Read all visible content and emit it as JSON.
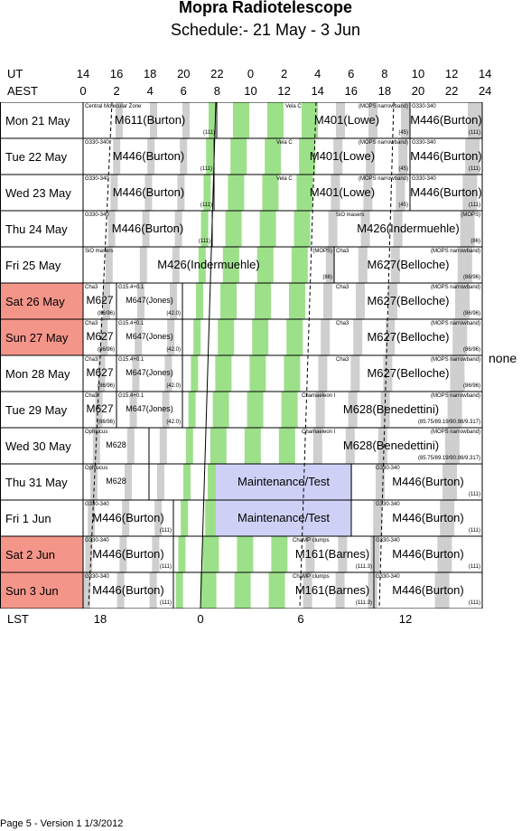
{
  "title": "Mopra Radiotelescope",
  "subtitle": "Schedule:- 21 May - 3  Jun",
  "header": {
    "ut_label": "UT",
    "aest_label": "AEST",
    "ut_ticks": [
      "14",
      "16",
      "18",
      "20",
      "22",
      "0",
      "2",
      "4",
      "6",
      "8",
      "10",
      "12",
      "14"
    ],
    "aest_ticks": [
      "0",
      "2",
      "4",
      "6",
      "8",
      "10",
      "12",
      "14",
      "16",
      "18",
      "20",
      "22",
      "24"
    ]
  },
  "days": [
    {
      "label": "Mon  21 May",
      "weekend": false
    },
    {
      "label": "Tue   22 May",
      "weekend": false
    },
    {
      "label": "Wed  23 May",
      "weekend": false
    },
    {
      "label": "Thu  24 May",
      "weekend": false
    },
    {
      "label": "Fri    25 May",
      "weekend": false
    },
    {
      "label": "Sat   26 May",
      "weekend": true
    },
    {
      "label": "Sun  27 May",
      "weekend": true
    },
    {
      "label": "Mon  28 May",
      "weekend": false
    },
    {
      "label": "Tue   29 May",
      "weekend": false
    },
    {
      "label": "Wed 30 May",
      "weekend": false
    },
    {
      "label": "Thu   31 May",
      "weekend": false
    },
    {
      "label": "Fri      1  Jun",
      "weekend": false
    },
    {
      "label": "Sat    2  Jun",
      "weekend": true
    },
    {
      "label": "Sun    3  Jun",
      "weekend": true
    }
  ],
  "blocks": [
    {
      "row": 0,
      "start": 0,
      "end": 148,
      "project": "M611(Burton)",
      "source": "Central Molecular Zone",
      "note": "",
      "code": "(111)"
    },
    {
      "row": 0,
      "start": 222,
      "end": 362,
      "project": "M401(Lowe)",
      "source": "Vela C",
      "note": "(MOPS narrowband)",
      "code": "(45)"
    },
    {
      "row": 0,
      "start": 362,
      "end": 442,
      "project": "M446(Burton)",
      "source": "G330-340",
      "note": "",
      "code": "(111)"
    },
    {
      "row": 1,
      "start": 0,
      "end": 145,
      "project": "M446(Burton)",
      "source": "G330-340",
      "note": "",
      "code": "(111)"
    },
    {
      "row": 1,
      "start": 212,
      "end": 362,
      "project": "M401(Lowe)",
      "source": "Vela C",
      "note": "(MOPS narrowband)",
      "code": "(45)"
    },
    {
      "row": 1,
      "start": 362,
      "end": 442,
      "project": "M446(Burton)",
      "source": "G330-340",
      "note": "",
      "code": "(111)"
    },
    {
      "row": 2,
      "start": 0,
      "end": 145,
      "project": "M446(Burton)",
      "source": "G330-340",
      "note": "",
      "code": "(111)"
    },
    {
      "row": 2,
      "start": 212,
      "end": 362,
      "project": "M401(Lowe)",
      "source": "Vela C",
      "note": "(MOPS narrowband)",
      "code": "(45)"
    },
    {
      "row": 2,
      "start": 362,
      "end": 442,
      "project": "M446(Burton)",
      "source": "G330-340",
      "note": "",
      "code": "(111)"
    },
    {
      "row": 3,
      "start": 0,
      "end": 143,
      "project": "M446(Burton)",
      "source": "G330-340",
      "note": "",
      "code": "(111)"
    },
    {
      "row": 3,
      "start": 278,
      "end": 442,
      "project": "M426(Indermuehle)",
      "source": "SiO masers",
      "note": "(MOPS)",
      "code": "(86)"
    },
    {
      "row": 4,
      "start": 0,
      "end": 278,
      "project": "M426(Indermuehle)",
      "source": "SiO masers",
      "note": "(MOPS)",
      "code": "(86)"
    },
    {
      "row": 4,
      "start": 278,
      "end": 442,
      "project": "M627(Belloche)",
      "source": "Cha3",
      "note": "(MOPS narrowband)",
      "code": "(86/96)"
    },
    {
      "row": 5,
      "start": 0,
      "end": 37,
      "project": "M627",
      "source": "Cha3",
      "note": "",
      "code": "(86/96)"
    },
    {
      "row": 5,
      "start": 37,
      "end": 110,
      "project": "M647(Jones)",
      "source": "G15.4+0.1",
      "note": "",
      "code": "(42.0)"
    },
    {
      "row": 5,
      "start": 278,
      "end": 442,
      "project": "M627(Belloche)",
      "source": "Cha3",
      "note": "(MOPS narrowband)",
      "code": "(86/96)"
    },
    {
      "row": 6,
      "start": 0,
      "end": 37,
      "project": "M627",
      "source": "Cha3",
      "note": "",
      "code": "(86/96)"
    },
    {
      "row": 6,
      "start": 37,
      "end": 110,
      "project": "M647(Jones)",
      "source": "G15.4+0.1",
      "note": "",
      "code": "(42.0)"
    },
    {
      "row": 6,
      "start": 278,
      "end": 442,
      "project": "M627(Belloche)",
      "source": "Cha3",
      "note": "(MOPS narrowband)",
      "code": "(86/96)"
    },
    {
      "row": 7,
      "start": 0,
      "end": 37,
      "project": "M627",
      "source": "Cha3",
      "note": "",
      "code": "(86/96)"
    },
    {
      "row": 7,
      "start": 37,
      "end": 110,
      "project": "M647(Jones)",
      "source": "G15.4+0.1",
      "note": "",
      "code": "(42.0)"
    },
    {
      "row": 7,
      "start": 278,
      "end": 442,
      "project": "M627(Belloche)",
      "source": "Cha3",
      "note": "(MOPS narrowband)",
      "code": "(86/96)"
    },
    {
      "row": 8,
      "start": 0,
      "end": 37,
      "project": "M627",
      "source": "Cha3",
      "note": "",
      "code": "(86/96)"
    },
    {
      "row": 8,
      "start": 37,
      "end": 110,
      "project": "M647(Jones)",
      "source": "G15.4+0.1",
      "note": "",
      "code": "(42.0)"
    },
    {
      "row": 8,
      "start": 240,
      "end": 442,
      "project": "M628(Benedettini)",
      "source": "Chamaeleon I",
      "note": "(MOPS narrowband)",
      "code": "(85.75/89.19/90.98/9.317)"
    },
    {
      "row": 9,
      "start": 0,
      "end": 73,
      "project": "M628",
      "source": "Ophiucus",
      "note": "",
      "code": "",
      "line2": ""
    },
    {
      "row": 9,
      "start": 240,
      "end": 442,
      "project": "M628(Benedettini)",
      "source": "Chamaeleon I",
      "note": "(MOPS narrowband)",
      "code": "(85.75/89.19/90.98/9.317)"
    },
    {
      "row": 10,
      "start": 0,
      "end": 73,
      "project": "M628",
      "source": "Ophiucus",
      "note": "",
      "code": ""
    },
    {
      "row": 10,
      "start": 147,
      "end": 297,
      "project": "Maintenance/Test",
      "source": "",
      "note": "",
      "code": "",
      "maint": true
    },
    {
      "row": 10,
      "start": 322,
      "end": 442,
      "project": "M446(Burton)",
      "source": "G330-340",
      "note": "",
      "code": "(111)"
    },
    {
      "row": 11,
      "start": 0,
      "end": 100,
      "project": "M446(Burton)",
      "source": "G330-340",
      "note": "",
      "code": "(111)"
    },
    {
      "row": 11,
      "start": 147,
      "end": 297,
      "project": "Maintenance/Test",
      "source": "",
      "note": "",
      "code": "",
      "maint": true
    },
    {
      "row": 11,
      "start": 322,
      "end": 442,
      "project": "M446(Burton)",
      "source": "G330-340",
      "note": "",
      "code": "(111)"
    },
    {
      "row": 12,
      "start": 0,
      "end": 100,
      "project": "M446(Burton)",
      "source": "G330-340",
      "note": "",
      "code": "(111)"
    },
    {
      "row": 12,
      "start": 230,
      "end": 322,
      "project": "M161(Barnes)",
      "source": "ChaMP clumps",
      "note": "",
      "code": "(111.3)"
    },
    {
      "row": 12,
      "start": 322,
      "end": 442,
      "project": "M446(Burton)",
      "source": "G330-340",
      "note": "",
      "code": "(111)"
    },
    {
      "row": 13,
      "start": 0,
      "end": 100,
      "project": "M446(Burton)",
      "source": "G330-340",
      "note": "",
      "code": "(111)"
    },
    {
      "row": 13,
      "start": 230,
      "end": 322,
      "project": "M161(Barnes)",
      "source": "ChaMP clumps",
      "note": "",
      "code": "(111.3)"
    },
    {
      "row": 13,
      "start": 322,
      "end": 442,
      "project": "M446(Burton)",
      "source": "G330-340",
      "note": "",
      "code": "(111)"
    }
  ],
  "side_note": "none",
  "lst": {
    "label": "LST",
    "ticks": [
      "18",
      "0",
      "6",
      "12"
    ]
  },
  "footer": "Page 5 - Version 1  1/3/2012",
  "colors": {
    "weekend": "#f4958a",
    "green": "#9de08a",
    "gray": "#cfcfcf",
    "maint": "#cfd0f5",
    "border": "#000000"
  }
}
